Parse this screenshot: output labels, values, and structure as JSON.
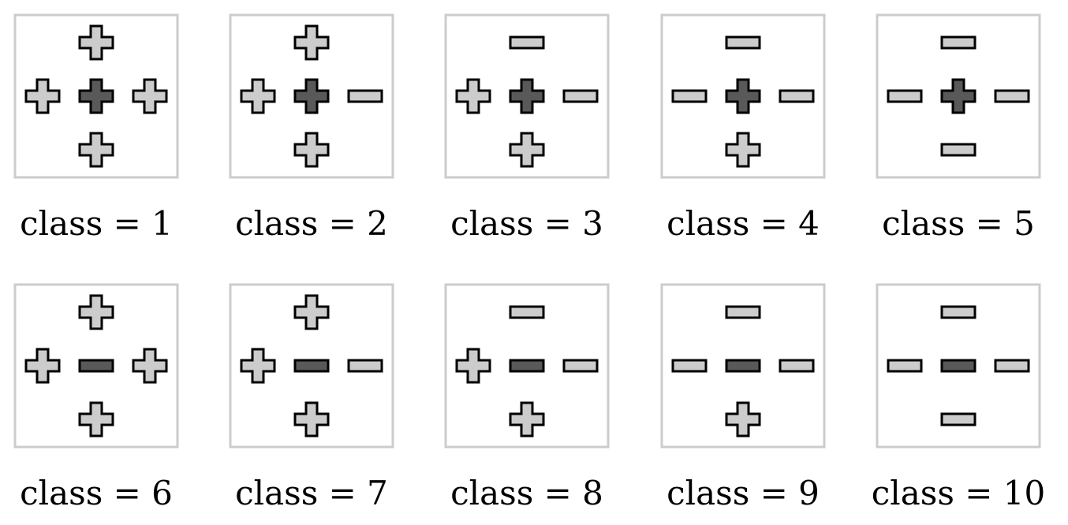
{
  "colors": {
    "panel_border": "#cccccc",
    "center_fill": "#595959",
    "neighbor_fill": "#cccccc",
    "outline": "#000000"
  },
  "panels": [
    {
      "caption": "class = 1",
      "center": "plus",
      "top": "plus",
      "left": "plus",
      "right": "plus",
      "bottom": "plus"
    },
    {
      "caption": "class = 2",
      "center": "plus",
      "top": "plus",
      "left": "plus",
      "right": "minus",
      "bottom": "plus"
    },
    {
      "caption": "class = 3",
      "center": "plus",
      "top": "minus",
      "left": "plus",
      "right": "minus",
      "bottom": "plus"
    },
    {
      "caption": "class = 4",
      "center": "plus",
      "top": "minus",
      "left": "minus",
      "right": "minus",
      "bottom": "plus"
    },
    {
      "caption": "class = 5",
      "center": "plus",
      "top": "minus",
      "left": "minus",
      "right": "minus",
      "bottom": "minus"
    },
    {
      "caption": "class = 6",
      "center": "minus",
      "top": "plus",
      "left": "plus",
      "right": "plus",
      "bottom": "plus"
    },
    {
      "caption": "class = 7",
      "center": "minus",
      "top": "plus",
      "left": "plus",
      "right": "minus",
      "bottom": "plus"
    },
    {
      "caption": "class = 8",
      "center": "minus",
      "top": "minus",
      "left": "plus",
      "right": "minus",
      "bottom": "plus"
    },
    {
      "caption": "class = 9",
      "center": "minus",
      "top": "minus",
      "left": "minus",
      "right": "minus",
      "bottom": "plus"
    },
    {
      "caption": "class = 10",
      "center": "minus",
      "top": "minus",
      "left": "minus",
      "right": "minus",
      "bottom": "minus"
    }
  ]
}
